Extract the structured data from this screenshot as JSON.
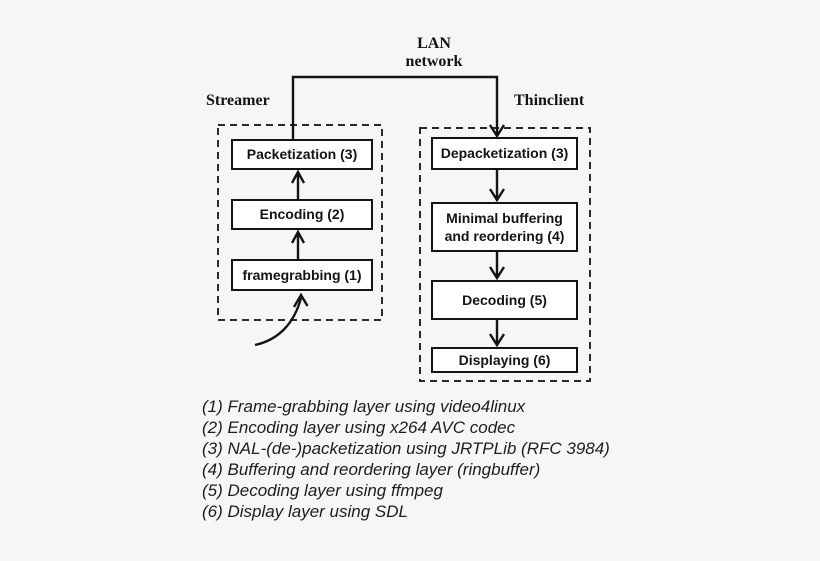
{
  "colors": {
    "background": "#f6f6f4",
    "line": "#141414",
    "box_fill": "#ffffff"
  },
  "network": {
    "label_line1": "LAN",
    "label_line2": "network"
  },
  "streamer": {
    "title": "Streamer",
    "boxes": [
      {
        "label": "Packetization (3)"
      },
      {
        "label": "Encoding (2)"
      },
      {
        "label": "framegrabbing (1)"
      }
    ]
  },
  "thinclient": {
    "title": "Thinclient",
    "boxes": [
      {
        "label": "Depacketization (3)"
      },
      {
        "label": "Minimal buffering and reordering (4)"
      },
      {
        "label": "Decoding (5)"
      },
      {
        "label": "Displaying (6)"
      }
    ]
  },
  "legend": {
    "items": [
      "(1) Frame-grabbing layer using video4linux",
      "(2) Encoding layer using x264 AVC codec",
      "(3) NAL-(de-)packetization using JRTPLib (RFC 3984)",
      "(4) Buffering and reordering layer (ringbuffer)",
      "(5) Decoding layer using ffmpeg",
      "(6) Display layer using SDL"
    ]
  }
}
